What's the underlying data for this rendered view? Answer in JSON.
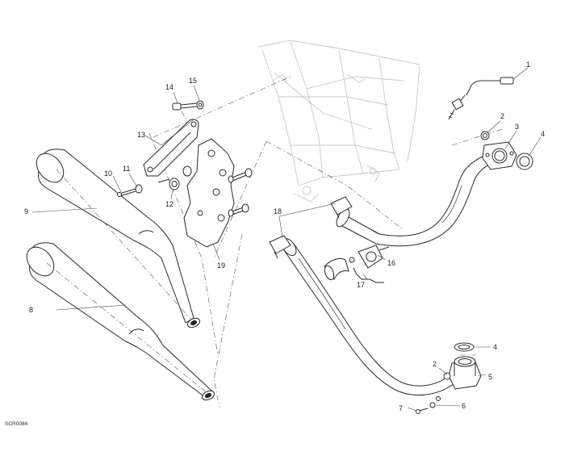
{
  "diagram_code": "SCR0084",
  "callouts": [
    "1",
    "2",
    "3",
    "4",
    "2",
    "4",
    "5",
    "6",
    "7",
    "8",
    "9",
    "10",
    "11",
    "12",
    "13",
    "14",
    "15",
    "16",
    "17",
    "18",
    "19"
  ]
}
